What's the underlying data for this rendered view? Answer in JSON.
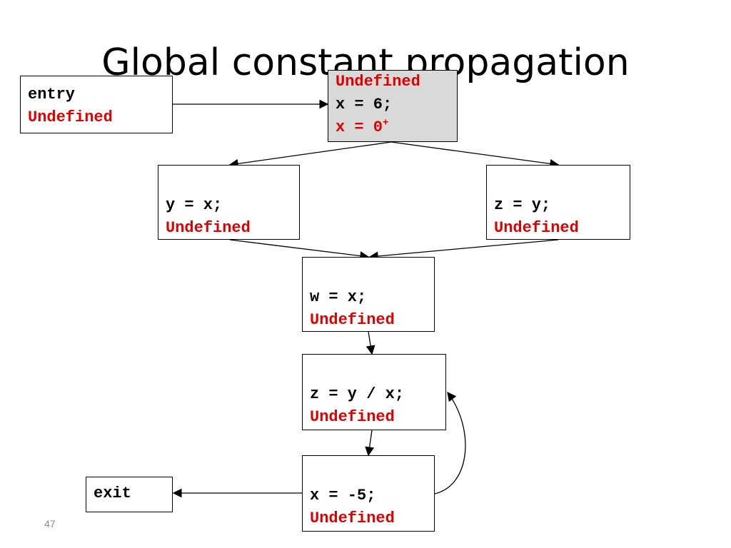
{
  "slide": {
    "title": "Global constant propagation",
    "page_number": "47"
  },
  "nodes": {
    "entry": {
      "name": "entry",
      "state": "Undefined"
    },
    "assign_x6": {
      "state_in": "Undefined",
      "stmt": "x = 6;",
      "state_out": "x = 0",
      "state_out_sup": "+"
    },
    "y_eq_x": {
      "stmt": "y = x;",
      "state": "Undefined"
    },
    "z_eq_y": {
      "stmt": "z = y;",
      "state": "Undefined"
    },
    "w_eq_x": {
      "stmt": "w = x;",
      "state": "Undefined"
    },
    "z_eq_ydivx": {
      "stmt": "z = y / x;",
      "state": "Undefined"
    },
    "x_eq_m5": {
      "stmt": "x = -5;",
      "state": "Undefined"
    },
    "exit": {
      "name": "exit"
    }
  },
  "colors": {
    "state_text": "#e00000",
    "highlight_fill": "#d9d9d9",
    "code_text": "#000000"
  }
}
